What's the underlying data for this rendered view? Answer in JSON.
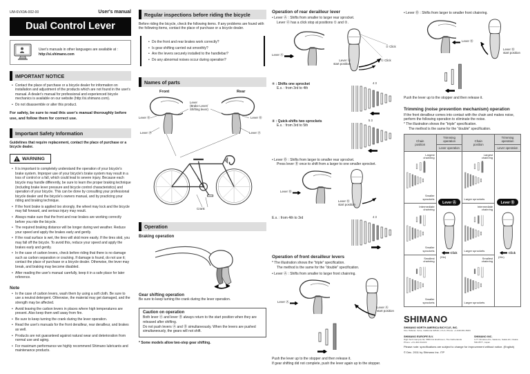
{
  "page": {
    "doc_code": "UM-6VX0A-002-00",
    "doc_type": "User's manual",
    "title": "Dual Control Lever"
  },
  "col1": {
    "info_line1": "User's manuals in other languages are available at :",
    "info_line2": "http://si.shimano.com",
    "important_notice": {
      "title": "IMPORTANT NOTICE",
      "bullets": [
        "Contact the place of purchase or a bicycle dealer for information on installation and adjustment of the products which are not found in the user's manual. A dealer's manual for professional and experienced bicycle mechanics is available on our website (http://si.shimano.com).",
        "Do not disassemble or alter this product."
      ],
      "safety_note": "For safety, be sure to read this user's manual thoroughly before use, and follow them for correct use."
    },
    "safety_info": {
      "title": "Important Safety Information",
      "intro": "Guidelines that require replacement, contact the place of purchase or a bicycle dealer."
    },
    "warning": {
      "title": "WARNING",
      "bullets": [
        "It is important to completely understand the operation of your bicycle's brake system. Improper use of your bicycle's brake system may result in a loss of control or a fall, which could lead to severe injury. Because each bicycle may handle differently, be sure to learn the proper braking technique (including brake lever pressure and bicycle control characteristics) and operation of your bicycle. This can be done by consulting your professional bicycle dealer and the bicycle's owners manual, and by practicing your riding and braking technique.",
        "If the front brake is applied too strongly, the wheel may lock and the bicycle may fall forward, and serious injury may result.",
        "Always make sure that the front and rear brakes are working correctly before you ride the bicycle.",
        "The required braking distance will be longer during wet weather. Reduce your speed and apply the brakes early and gently.",
        "If the road surface is wet, the tires will skid more easily. If the tires skid, you may fall off the bicycle. To avoid this, reduce your speed and apply the brakes early and gently.",
        "In the case of carbon levers, check before riding that there is no damage such as carbon separation or cracking. If damage is found, do not use it; contact the place of purchase or a bicycle dealer. Otherwise, the lever may break, and braking may become disabled.",
        "After reading the user's manual carefully, keep it in a safe place for later reference."
      ]
    },
    "note": {
      "title": "Note",
      "bullets": [
        "In the case of carbon levers, wash them by using a soft cloth. Be sure to use a neutral detergent. Otherwise, the material may get damaged, and the strength may be affected.",
        "Avoid leaving the carbon levers in places where high temperatures are present. Also keep them well away from fire.",
        "Be sure to keep turning the crank during the lever operation.",
        "Read the user's manuals for the front derailleur, rear derailleur, and brakes as well.",
        "Products are not guaranteed against natural wear and deterioration from normal use and aging.",
        "For maximum performance we highly recommend Shimano lubricants and maintenance products."
      ]
    }
  },
  "col2": {
    "inspections": {
      "title": "Regular inspections before riding the bicycle",
      "intro": "Before riding the bicycle, check the following items. If any problems are found with the following items, contact the place of purchase or a bicycle dealer.",
      "checklist": [
        "Do the front and rear brakes work correctly?",
        "Is gear shifting carried out smoothly?",
        "Are the levers securely installed to the handlebar?",
        "Do any abnormal noises occur during operation?"
      ]
    },
    "parts": {
      "title": "Names of parts",
      "front_label": "Front",
      "rear_label": "Rear",
      "lever_label": "Lever\n(Brake Lever/\nShifting lever)",
      "lever_b": "Lever Ⓑ",
      "lever_a": "Lever Ⓐ",
      "crank_label": "Crank"
    },
    "operation": {
      "title": "Operation",
      "braking_title": "Braking operation",
      "gear_title": "Gear shifting operation",
      "gear_text": "Be sure to keep turning the crank during the lever operation.",
      "caution_title": "Caution on operation",
      "caution_line1": "Both lever Ⓐ and lever Ⓑ always return to the start position when they are released after shifting.",
      "caution_line2": "Do not push levers Ⓐ and Ⓑ simultaneously. When the levers are pushed simultaneously, the gears will not shift.",
      "footnote": "* Some models allow two-step gear shifting."
    }
  },
  "col3": {
    "rear": {
      "title": "Operation of rear derailleur lever",
      "lever_a_line1": "• Lever Ⓐ : Shifts from smaller to larger rear sprocket.",
      "lever_a_line2": "Lever Ⓐ has a click stop at positions ① and ②.",
      "label_lever_a": "Lever Ⓐ",
      "label_lever_a_start": "Lever Ⓐ\nstart position",
      "label_click2": "② Click",
      "label_click1": "① Click",
      "item1_title": "① :  Shifts one sprocket",
      "item1_ex": "E.x. : from 3rd to 4th",
      "item1_nums": "4  3",
      "item2_title": "② :  Quick-shifts two sprockets",
      "item2_ex": "E.x. : from 3rd to 5th",
      "item2_nums": "5   3",
      "lever_b_line1": "• Lever Ⓑ : Shifts from larger to smaller rear sprocket.",
      "lever_b_line2": "Press lever Ⓑ once to shift from a larger to one smaller sprocket.",
      "label_lever_b": "Lever Ⓑ",
      "label_lever_b_start": "Lever Ⓑ\nstart position",
      "ex_b": "E.x. : from 4th to 3rd",
      "ex_b_nums": "4  3"
    },
    "front": {
      "title": "Operation of front derailleur levers",
      "note1": "* The illustration shows the \"triple\" specification.",
      "note2": "The method is the same for the \"double\" specification.",
      "lever_a_line": "• Lever Ⓐ : Shifts from smaller to larger front chainring.",
      "label_lever_a": "Lever Ⓐ",
      "label_lever_a_start": "Lever Ⓐ\nstart position",
      "push1": "Push the lever up to the stopper and then release it.",
      "push2": "If gear shifting did not complete, push the lever again up to the stopper."
    }
  },
  "col4": {
    "lever_b_line": "• Lever Ⓑ : Shifts from larger to smaller front chainring.",
    "label_lever_b": "Lever Ⓑ",
    "label_lever_b_start": "Lever Ⓑ\nstart position",
    "push": "Push the lever up to the stopper and then release it.",
    "trimming": {
      "title": "Trimming (noise prevention mechanism) operation",
      "intro": "If the front derailleur comes into contact with the chain and makes noise, perform the following operation to eliminate the noise.",
      "note1": "* The illustration shows the \"triple\" specification.",
      "note2": "The method is the same for the \"double\" specification.",
      "table": {
        "col_chain": "Chain\nposition",
        "col_trimming": "Trimming\noperation",
        "col_lever": "Lever operation",
        "left_rows": [
          {
            "chainring": "Largest chainring",
            "sprockets": "Smaller sprockets"
          },
          {
            "chainring": "Intermediate chainring",
            "sprockets": "Smaller sprockets"
          },
          {
            "chainring": "Smallest chainring",
            "sprockets": "Smaller sprockets"
          }
        ],
        "left_lever": "Lever Ⓐ",
        "right_rows": [
          {
            "chainring": "Largest chainring",
            "sprockets": "Larger sprockets"
          },
          {
            "chainring": "Intermediate chainring",
            "sprockets": "Larger sprockets"
          },
          {
            "chainring": "Smallest chainring",
            "sprockets": "Larger sprockets"
          }
        ],
        "right_lever": "Lever Ⓑ",
        "click": "Click",
        "hin": "(Hin)"
      }
    },
    "footer": {
      "logo": "SHIMANO",
      "companies": [
        {
          "name": "SHIMANO NORTH AMERICA BICYCLE, INC.",
          "address": "One Holland, Irvine, California 92618, U.S.A. Phone: +1-949-951-5003"
        },
        {
          "name": "SHIMANO EUROPE B.V.",
          "address": "High Tech Campus 92, 5656 AG Eindhoven, The Netherlands Phone: +31-402-612222"
        },
        {
          "name": "SHIMANO INC.",
          "address": "3-77 Oimatsu-cho, Sakai-ku, Sakai-shi, Osaka 590-8577, Japan"
        }
      ],
      "note": "Please note: specifications are subject to change for improvement without notice. (English)",
      "copyright": "© Dec. 2011 by Shimano Inc. ITP"
    }
  }
}
